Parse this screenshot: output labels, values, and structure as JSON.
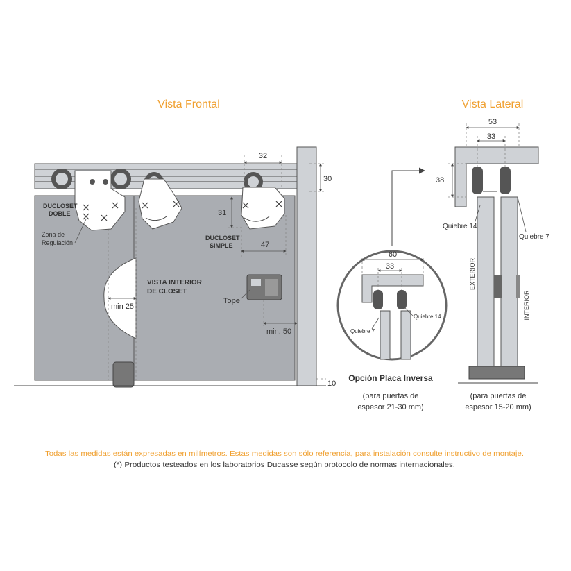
{
  "titles": {
    "front": "Vista Frontal",
    "side": "Vista Lateral"
  },
  "front": {
    "dim_32": "32",
    "dim_30": "30",
    "dim_31": "31",
    "dim_47": "47",
    "dim_min25": "min 25",
    "dim_min50": "min. 50",
    "dim_10": "10",
    "label_doble_1": "DUCLOSET",
    "label_doble_2": "DOBLE",
    "label_zona_1": "Zona de",
    "label_zona_2": "Regulación",
    "label_simple_1": "DUCLOSET",
    "label_simple_2": "SIMPLE",
    "label_interior_1": "VISTA INTERIOR",
    "label_interior_2": "DE CLOSET",
    "label_tope": "Tope"
  },
  "side": {
    "dim_53": "53",
    "dim_33": "33",
    "dim_38": "38",
    "label_quiebre14": "Quiebre 14",
    "label_quiebre7": "Quiebre 7",
    "label_exterior": "EXTERIOR",
    "label_interior": "INTERIOR",
    "caption_1": "(para puertas de",
    "caption_2": "espesor 15-20 mm)"
  },
  "inverse": {
    "dim_60": "60",
    "dim_33": "33",
    "label_quiebre7": "Quiebre 7",
    "label_quiebre14": "Quiebre 14",
    "title": "Opción Placa Inversa",
    "caption_1": "(para puertas de",
    "caption_2": "espesor 21-30 mm)"
  },
  "footer": {
    "line1": "Todas las medidas están expresadas en milímetros. Estas medidas son sólo referencia, para instalación consulte instructivo de montaje.",
    "line2": "(*) Productos testeados en los laboratorios Ducasse según protocolo de normas internacionales."
  },
  "colors": {
    "accent": "#f0a030",
    "panel": "#aaadb2",
    "metal": "#cfd2d6"
  }
}
